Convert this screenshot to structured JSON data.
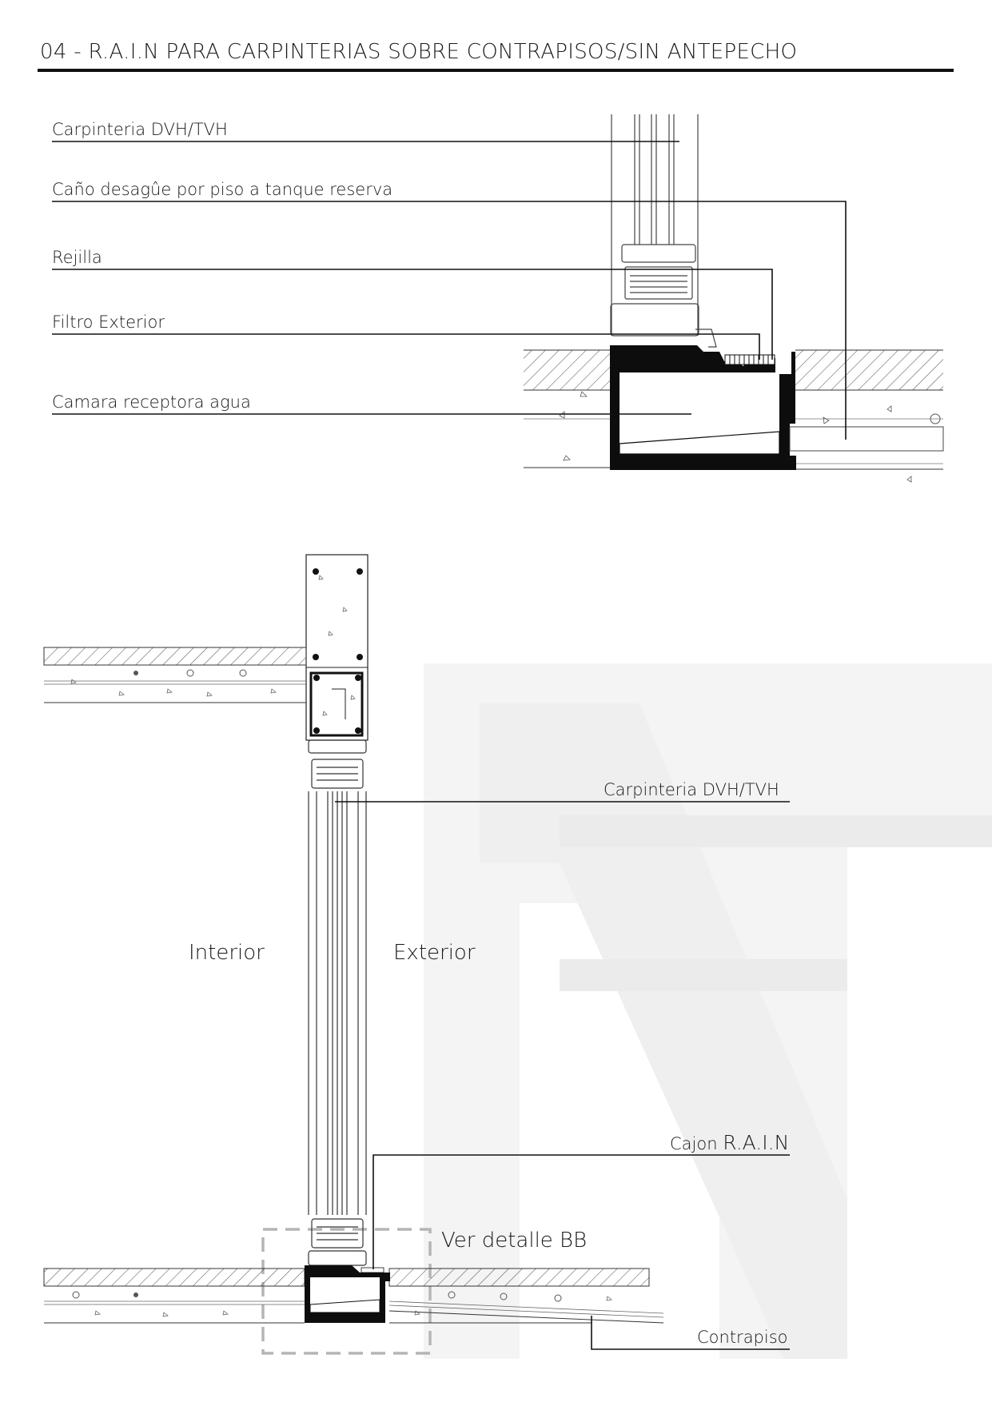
{
  "header": {
    "title": "04 - R.A.I.N PARA CARPINTERIAS SOBRE CONTRAPISOS/SIN ANTEPECHO"
  },
  "detail_top": {
    "labels": [
      "Carpinteria DVH/TVH",
      "Caño desagûe por piso a tanque reserva",
      "Rejilla",
      "Filtro Exterior",
      "Camara receptora agua"
    ]
  },
  "section_bottom": {
    "carpinteria": "Carpinteria DVH/TVH",
    "interior": "Interior",
    "exterior": "Exterior",
    "cajon_prefix": "Cajon",
    "cajon_name": "R.A.I.N",
    "ver_detalle": "Ver detalle BB",
    "contrapiso": "Contrapiso"
  },
  "colors": {
    "ink": "#111111",
    "hatch": "#555555",
    "dash_box": "#b5b5b5",
    "watermark": "#f3f3f3"
  }
}
